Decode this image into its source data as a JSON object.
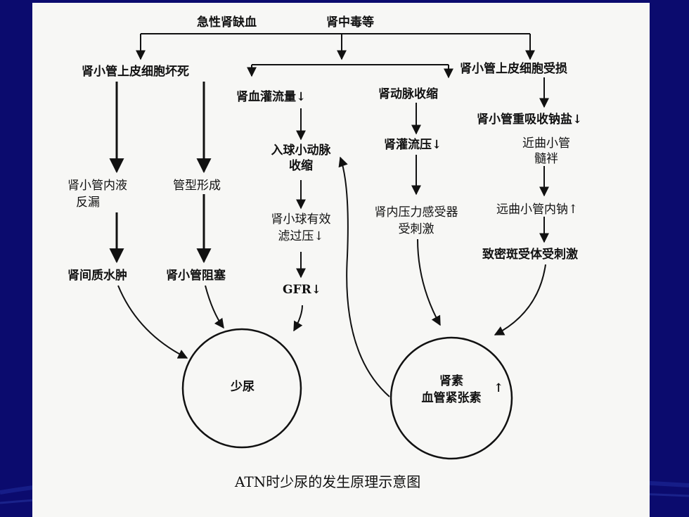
{
  "diagram": {
    "top_causes": {
      "cause1": "急性肾缺血",
      "cause2": "肾中毒等"
    },
    "nodes": {
      "tubular_necrosis": "肾小管上皮细胞坏死",
      "tubular_injury": "肾小管上皮细胞受损",
      "renal_perfusion_down": "肾血灌流量↓",
      "renal_artery_constriction": "肾动脉收缩",
      "afferent_constriction_1": "入球小动脉",
      "afferent_constriction_2": "收缩",
      "perfusion_pressure_down": "肾灌流压↓",
      "sodium_reabsorption_down": "肾小管重吸收钠盐↓",
      "proximal_loop_1": "近曲小管",
      "proximal_loop_2": "髓袢",
      "backleak_1": "肾小管内液",
      "backleak_2": "反漏",
      "cast_formation": "管型形成",
      "gfp_pressure_1": "肾小球有效",
      "gfp_pressure_2": "滤过压↓",
      "baroreceptor_1": "肾内压力感受器",
      "baroreceptor_2": "受刺激",
      "distal_sodium_up": "远曲小管内钠↑",
      "macula_densa": "致密斑受体受刺激",
      "interstitial_edema": "肾间质水肿",
      "tubular_obstruction": "肾小管阻塞",
      "gfr_down": "GFR↓",
      "oliguria": "少尿",
      "renin_1": "肾素",
      "renin_2": "血管紧张素",
      "renin_up": "↑"
    },
    "caption": "ATN时少尿的发生原理示意图"
  },
  "colors": {
    "background": "#0b0b6e",
    "slide": "#f7f7f5",
    "ink": "#111111"
  }
}
